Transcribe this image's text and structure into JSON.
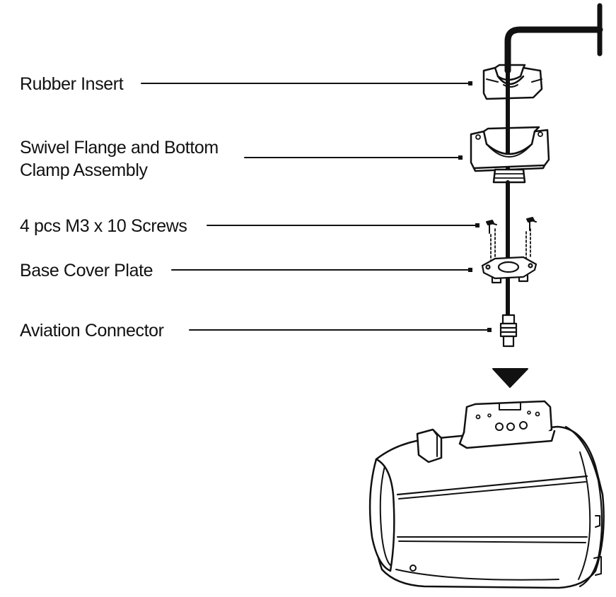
{
  "colors": {
    "line": "#111111",
    "background": "#ffffff",
    "part_fill": "#ffffff"
  },
  "labels": {
    "rubber_insert": "Rubber Insert",
    "swivel_flange_line1": "Swivel Flange and Bottom",
    "swivel_flange_line2": "Clamp Assembly",
    "screws": "4 pcs M3 x 10 Screws",
    "base_cover_plate": "Base Cover Plate",
    "aviation_connector": "Aviation Connector"
  },
  "icons": {
    "arrow": "down-triangle-arrow",
    "camera": "camera-housing-illustration",
    "mount_pipe": "wall-mount-pipe"
  }
}
